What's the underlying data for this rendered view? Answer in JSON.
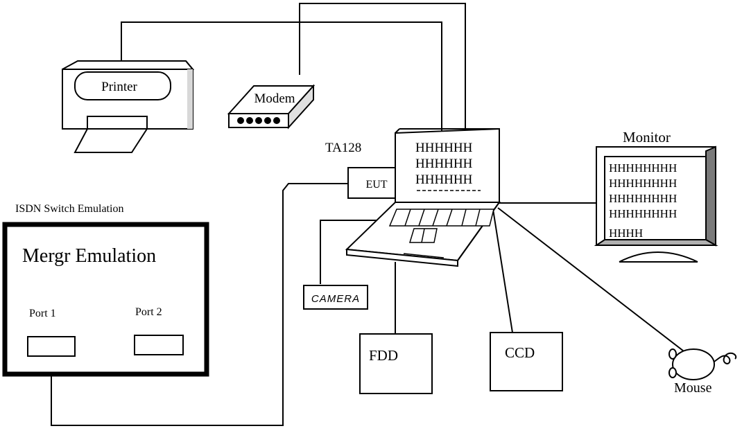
{
  "labels": {
    "printer": "Printer",
    "modem": "Modem",
    "ta128": "TA128",
    "eut": "EUT",
    "monitor": "Monitor",
    "isdn_title": "ISDN Switch Emulation",
    "merger": "Mergr Emulation",
    "port1": "Port 1",
    "port2": "Port 2",
    "camera": "CAMERA",
    "fdd": "FDD",
    "ccd": "CCD",
    "mouse": "Mouse"
  },
  "laptop_screen_lines": [
    "HHHHHH",
    "HHHHHH",
    "HHHHHH"
  ],
  "monitor_screen_lines": [
    "HHHHHHHH",
    "HHHHHHHH",
    "HHHHHHHH",
    "HHHHHHHH",
    "HHHH"
  ]
}
